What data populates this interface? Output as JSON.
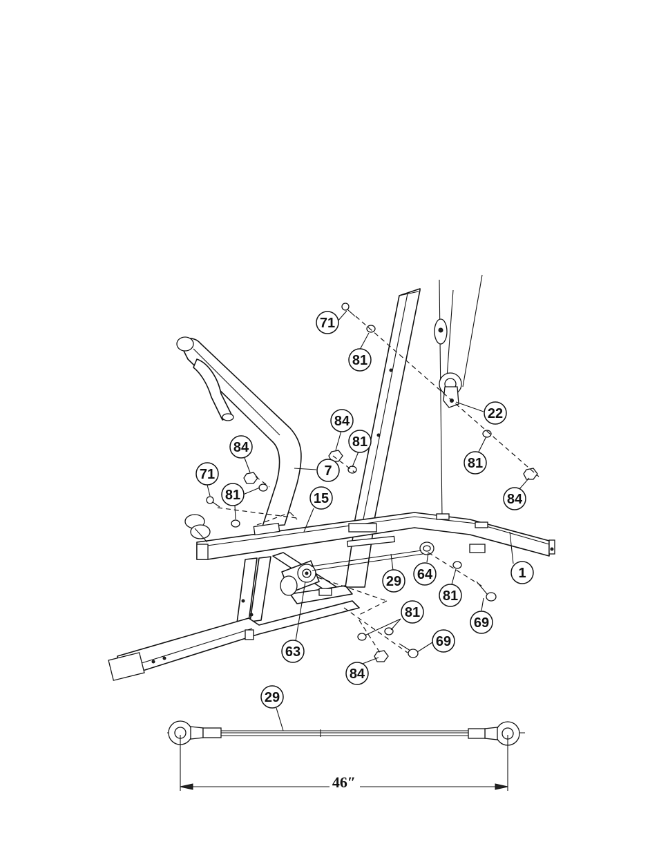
{
  "callouts": [
    {
      "label": "71"
    },
    {
      "label": "81"
    },
    {
      "label": "22"
    },
    {
      "label": "84"
    },
    {
      "label": "81"
    },
    {
      "label": "81"
    },
    {
      "label": "84"
    },
    {
      "label": "84"
    },
    {
      "label": "7"
    },
    {
      "label": "71"
    },
    {
      "label": "81"
    },
    {
      "label": "15"
    },
    {
      "label": "1"
    },
    {
      "label": "64"
    },
    {
      "label": "29"
    },
    {
      "label": "81"
    },
    {
      "label": "69"
    },
    {
      "label": "81"
    },
    {
      "label": "69"
    },
    {
      "label": "63"
    },
    {
      "label": "84"
    },
    {
      "label": "29"
    }
  ],
  "cable_detail": {
    "dimension_label": "46″"
  }
}
